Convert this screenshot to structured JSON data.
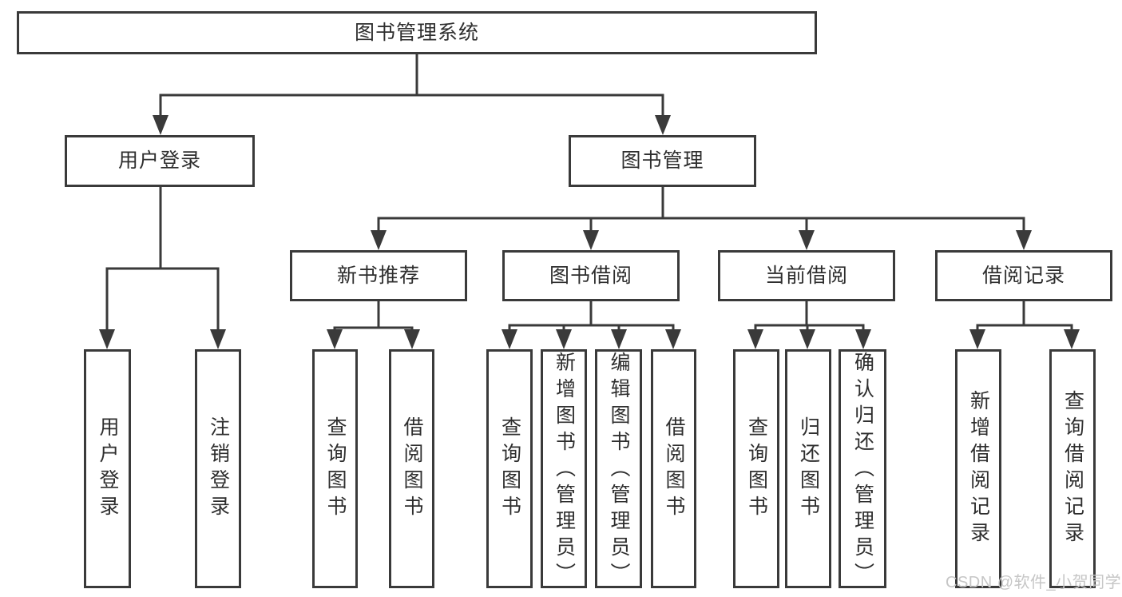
{
  "diagram_title": "图书管理系统",
  "tree": {
    "root": {
      "label": "图书管理系统"
    },
    "branches": [
      {
        "label": "用户登录",
        "children": [
          {
            "label": "用户登录"
          },
          {
            "label": "注销登录"
          }
        ]
      },
      {
        "label": "图书管理",
        "children": [
          {
            "label": "新书推荐",
            "children": [
              {
                "label": "查询图书"
              },
              {
                "label": "借阅图书"
              }
            ]
          },
          {
            "label": "图书借阅",
            "children": [
              {
                "label": "查询图书"
              },
              {
                "label": "新增图书（管理员）"
              },
              {
                "label": "编辑图书（管理员）"
              },
              {
                "label": "借阅图书"
              }
            ]
          },
          {
            "label": "当前借阅",
            "children": [
              {
                "label": "查询图书"
              },
              {
                "label": "归还图书"
              },
              {
                "label": "确认归还（管理员）"
              }
            ]
          },
          {
            "label": "借阅记录",
            "children": [
              {
                "label": "新增借阅记录"
              },
              {
                "label": "查询借阅记录"
              }
            ]
          }
        ]
      }
    ]
  },
  "watermark": {
    "text": "CSDN @软件_小贺同学",
    "color": "#c6c6c6"
  },
  "colors": {
    "line": "#3a3a3a",
    "text": "#2e2e2e",
    "background": "#ffffff"
  }
}
